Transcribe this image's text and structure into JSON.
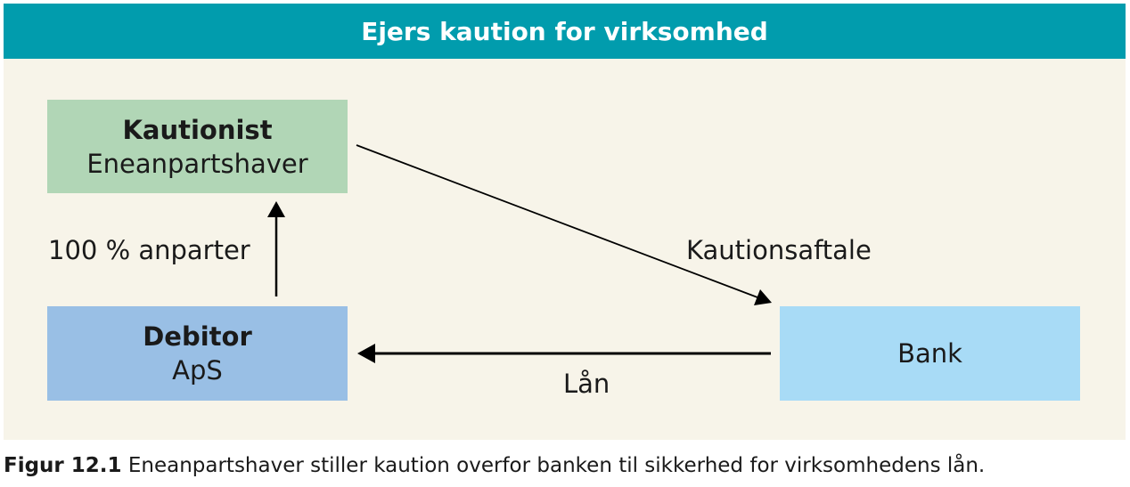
{
  "title": "Ejers kaution for virksomhed",
  "nodes": {
    "kautionist": {
      "title": "Kautionist",
      "subtitle": "Eneanpartshaver"
    },
    "debitor": {
      "title": "Debitor",
      "subtitle": "ApS"
    },
    "bank": {
      "title": "Bank"
    }
  },
  "edges": {
    "ownership": "100 % anparter",
    "guarantee": "Kautionsaftale",
    "loan": "Lån"
  },
  "colors": {
    "title_bar": "#019cad",
    "panel_background": "#f7f4e9",
    "kautionist_box": "#b1d6b6",
    "debitor_box": "#99bfe5",
    "bank_box": "#a8dbf6"
  },
  "caption": {
    "label": "Figur 12.1",
    "text": " Eneanpartshaver stiller kaution overfor banken til sikkerhed for virksomhedens lån."
  }
}
